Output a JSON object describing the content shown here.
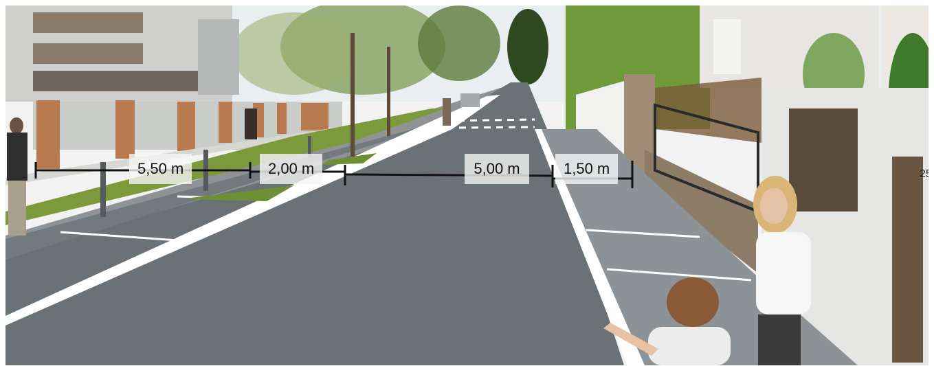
{
  "image": {
    "description_colors": {
      "road": "#6b7276",
      "road_marking": "#ffffff",
      "sidewalk": "#8f9395",
      "grass_strip": "#7c9a3c",
      "hedge": "#5f8a34",
      "brick_pillar": "#b97a50",
      "sky": "#e9eef0",
      "measure_line": "#111111",
      "label_bg": "#f5f5f5"
    }
  },
  "measurements": [
    {
      "label": "5,50 m"
    },
    {
      "label": "2,00 m"
    },
    {
      "label": "5,00 m"
    },
    {
      "label": "1,50 m"
    }
  ],
  "house_number": "25"
}
